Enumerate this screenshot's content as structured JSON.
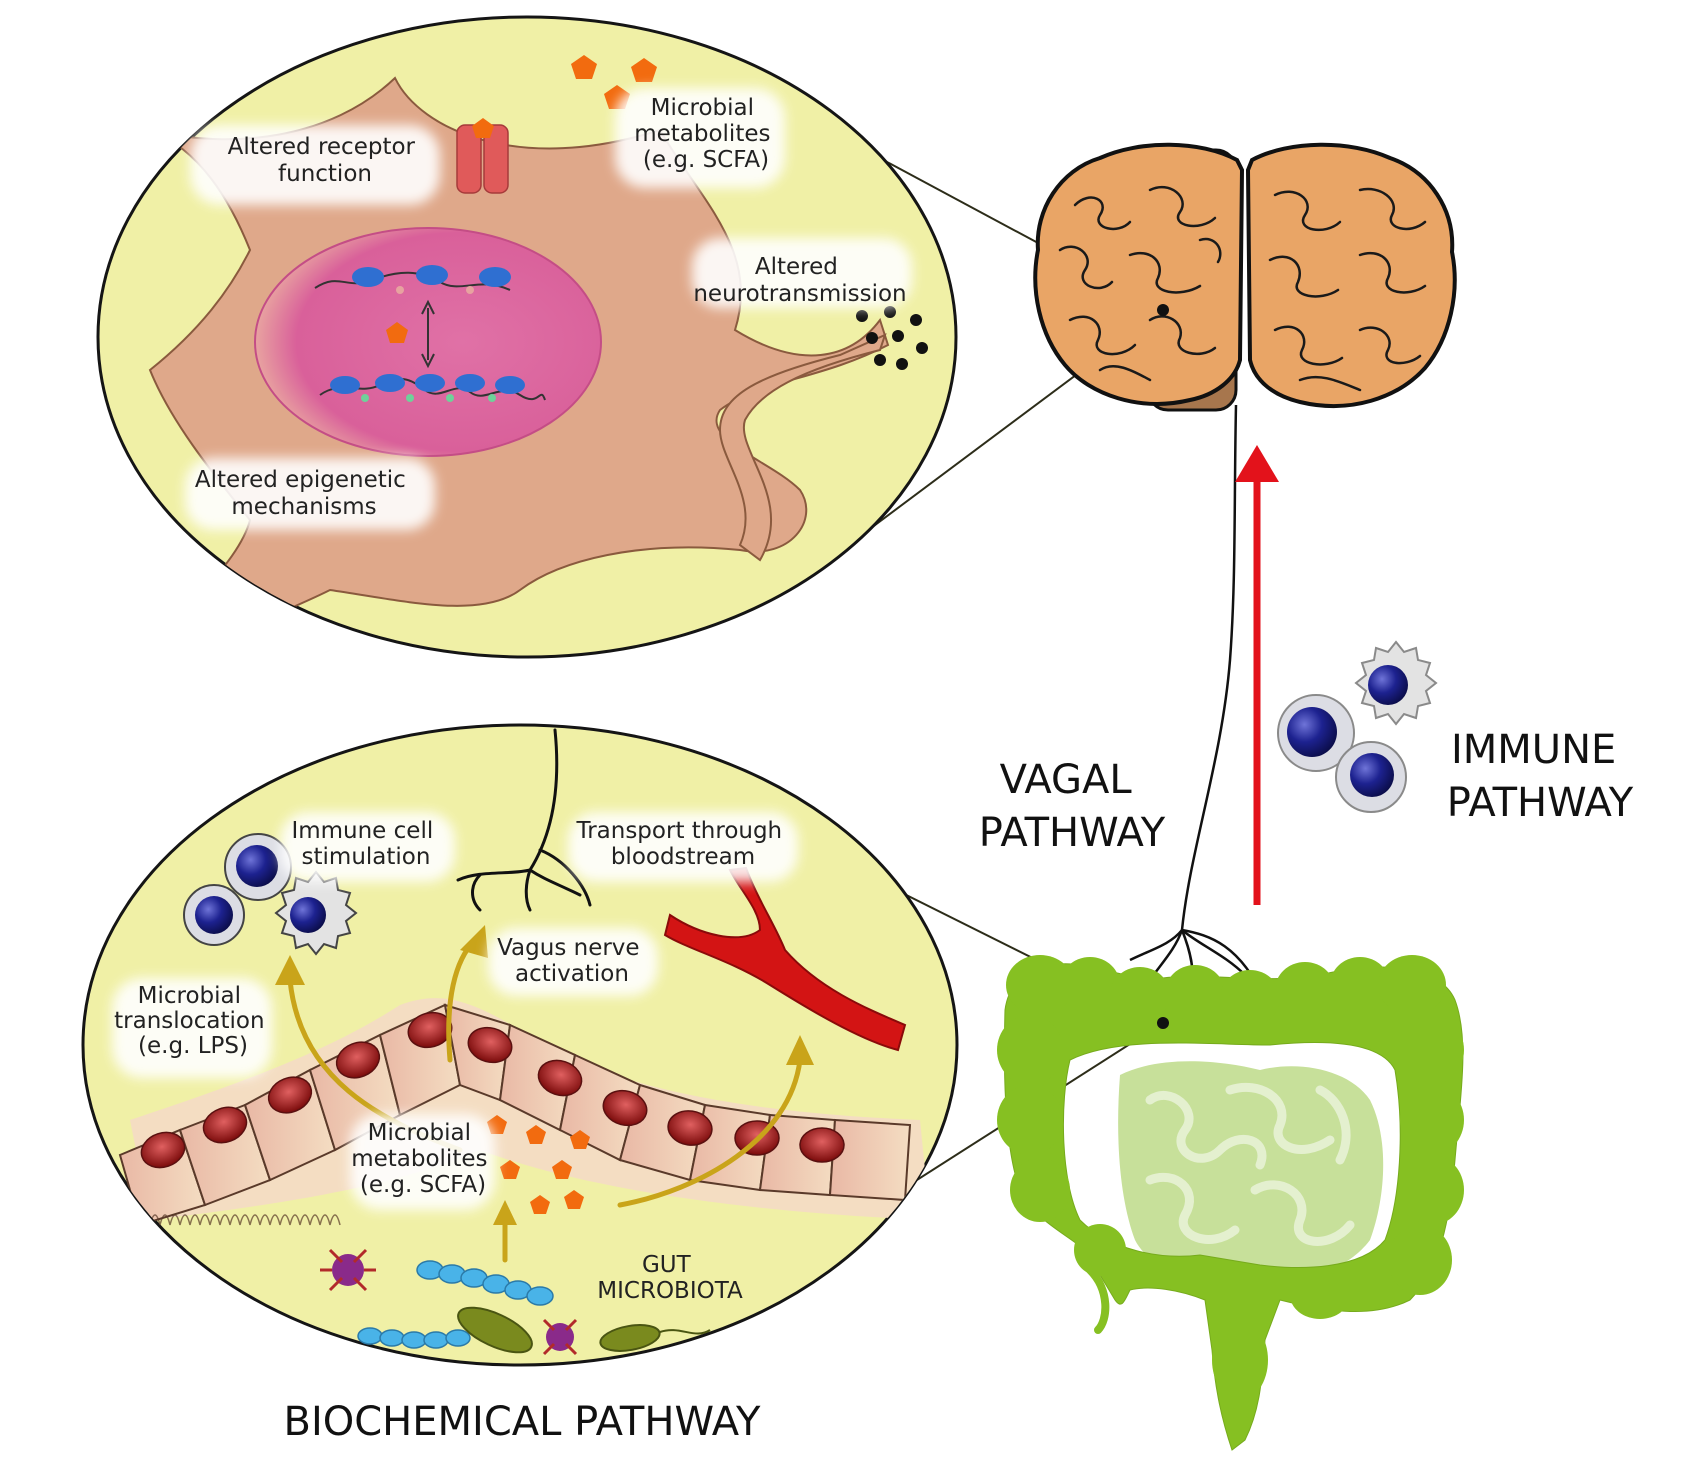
{
  "neuron_panel": {
    "receptor": [
      "Altered receptor",
      "function"
    ],
    "metabolites": [
      "Microbial",
      "metabolites",
      "(e.g. SCFA)"
    ],
    "neurotransmission": [
      "Altered",
      "neurotransmission"
    ],
    "epigenetic": [
      "Altered epigenetic",
      "mechanisms"
    ]
  },
  "gut_panel": {
    "immune_stimulation": [
      "Immune cell",
      "stimulation"
    ],
    "bloodstream": [
      "Transport through",
      "bloodstream"
    ],
    "vagus": [
      "Vagus nerve",
      "activation"
    ],
    "translocation": [
      "Microbial",
      "translocation",
      "(e.g. LPS)"
    ],
    "metabolites": [
      "Microbial",
      "metabolites",
      "(e.g. SCFA)"
    ],
    "microbiota": [
      "GUT",
      "MICROBIOTA"
    ]
  },
  "pathways": {
    "vagal": [
      "VAGAL",
      "PATHWAY"
    ],
    "immune": [
      "IMMUNE",
      "PATHWAY"
    ],
    "biochemical": "BIOCHEMICAL PATHWAY"
  },
  "colors": {
    "panel_fill": "#f0f0a6",
    "cell_fill": "#dfa88a",
    "nucleus_fill": "#dd6a9e",
    "brain_fill": "#e9a566",
    "gut_green": "#86c022",
    "blood_red": "#d31414",
    "arrow_red": "#e3121b",
    "pentagon_orange": "#f26b0f",
    "lymphocyte_blue": "#1c1f8a"
  }
}
